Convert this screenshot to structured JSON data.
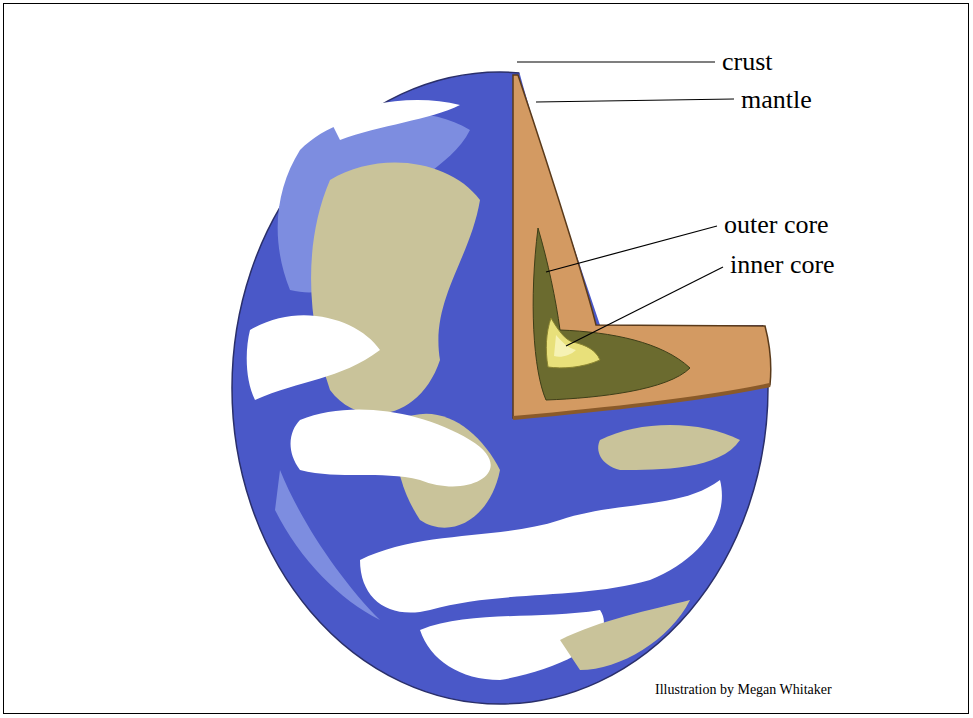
{
  "diagram": {
    "labels": [
      "crust",
      "mantle",
      "outer core",
      "inner core",
      "Illustration by Megan Whitaker"
    ]
  }
}
